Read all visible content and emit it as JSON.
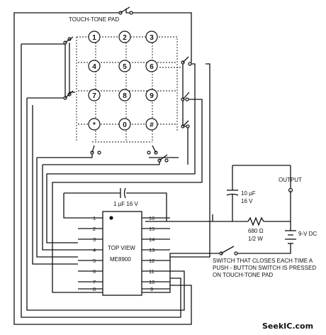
{
  "labels": {
    "touch_tone_pad": "TOUCH-TONE PAD",
    "output": "OUTPUT",
    "cap_top_value": "1 µF  16 V",
    "cap_right_value_1": "10 µF",
    "cap_right_value_2": "16 V",
    "resistor_value_1": "680 Ω",
    "resistor_value_2": "1/2 W",
    "battery": "9-V DC",
    "switch_note_1": "SWITCH THAT CLOSES EACH TIME A",
    "switch_note_2": "PUSH - BUTTON SWITCH IS PRESSED",
    "switch_note_3": "ON  TOUCH-TONE PAD",
    "watermark": "SeekIC.com"
  },
  "keypad": [
    "1",
    "2",
    "3",
    "4",
    "5",
    "6",
    "7",
    "8",
    "9",
    "*",
    "0",
    "#"
  ],
  "chip": {
    "line1": "TOP VIEW",
    "line2": "ME8900",
    "left_pins": [
      "1",
      "2",
      "3",
      "4",
      "5",
      "6",
      "7",
      "8"
    ],
    "right_pins": [
      "16",
      "15",
      "14",
      "13",
      "12",
      "11",
      "10",
      "9"
    ]
  }
}
